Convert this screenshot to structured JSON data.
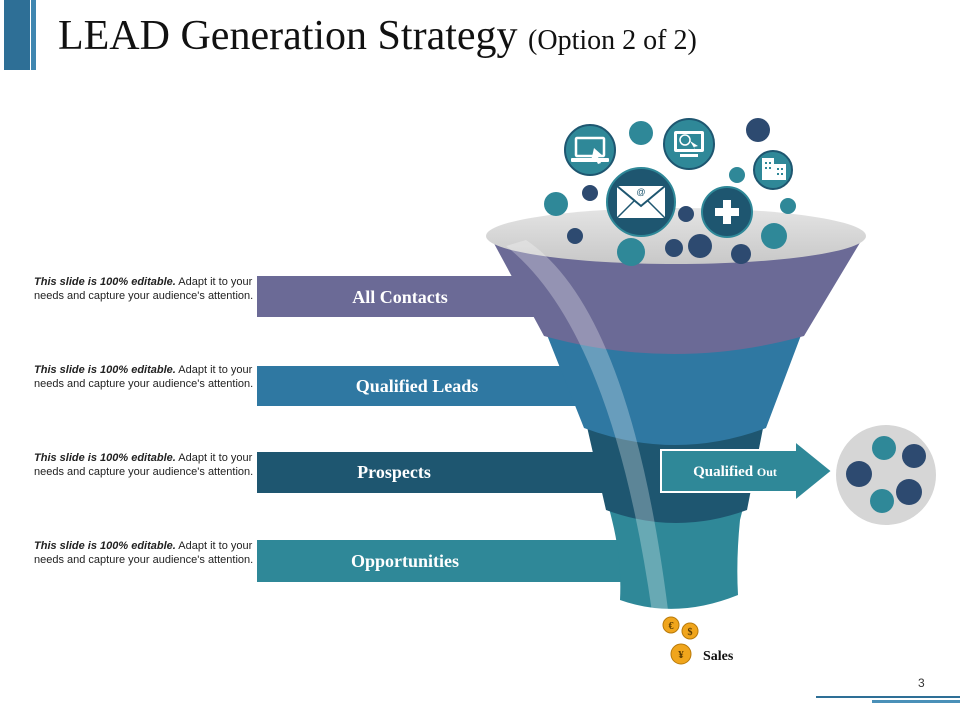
{
  "header": {
    "title": "LEAD Generation Strategy",
    "subtitle": "(Option 2 of 2)"
  },
  "colors": {
    "stage1": "#6b6a96",
    "stage2": "#2f78a2",
    "stage3": "#1e5670",
    "stage4": "#2f8898",
    "accent": "#2e6f96",
    "coin": "#f0a51c"
  },
  "stages": [
    {
      "label": "All Contacts",
      "desc_bold": "This slide is 100% editable.",
      "desc_rest": " Adapt it to your needs and capture your audience's attention."
    },
    {
      "label": "Qualified  Leads",
      "desc_bold": "This slide is 100% editable.",
      "desc_rest": " Adapt it to your needs and capture your audience's attention."
    },
    {
      "label": "Prospects",
      "desc_bold": "This slide is 100% editable.",
      "desc_rest": " Adapt it to your needs and capture your audience's attention."
    },
    {
      "label": "Opportunities",
      "desc_bold": "This slide is 100% editable.",
      "desc_rest": " Adapt it to your needs and capture your audience's attention."
    }
  ],
  "qualified_out": {
    "main": "Qualified",
    "small": "Out"
  },
  "sales": {
    "label": "Sales",
    "coins": [
      "€",
      "$",
      "¥"
    ]
  },
  "icons": [
    "laptop-icon",
    "monitor-cursor-icon",
    "email-icon",
    "plus-icon",
    "building-icon"
  ],
  "page_number": "3"
}
